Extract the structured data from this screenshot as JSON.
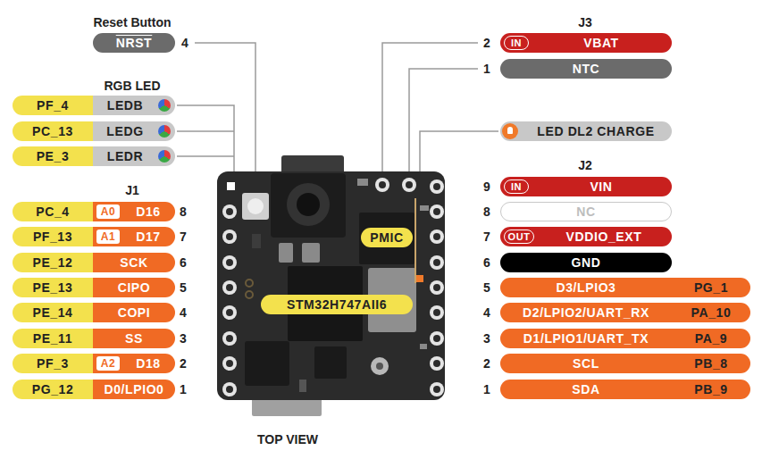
{
  "diagram": {
    "caption": "TOP VIEW",
    "nodes": [
      {
        "text": [
          "NRST"
        ]
      },
      {
        "text": [
          "PF_4"
        ]
      },
      {
        "text": [
          "LEDB"
        ]
      },
      {
        "text": [
          "PC_13"
        ]
      },
      {
        "text": [
          "LEDG"
        ]
      },
      {
        "text": [
          "PE_3"
        ]
      },
      {
        "text": [
          "LEDR"
        ]
      },
      {
        "text": [
          "PC_4"
        ]
      },
      {
        "text": [
          "D16"
        ]
      },
      {
        "text": [
          "A0"
        ],
        "in": 8
      },
      {
        "text": [
          "PF_13"
        ]
      },
      {
        "text": [
          "D17"
        ]
      },
      {
        "text": [
          "A1"
        ],
        "in": 11
      },
      {
        "text": [
          "PE_12"
        ]
      },
      {
        "text": [
          "SCK"
        ]
      },
      {
        "text": [
          "PE_13"
        ]
      },
      {
        "text": [
          "CIPO"
        ]
      },
      {
        "text": [
          "PE_14"
        ]
      },
      {
        "text": [
          "COPI"
        ]
      },
      {
        "text": [
          "PE_11"
        ]
      },
      {
        "text": [
          "SS"
        ]
      },
      {
        "text": [
          "PF_3"
        ]
      },
      {
        "text": [
          "D18"
        ]
      },
      {
        "text": [
          "A2"
        ],
        "in": 22
      },
      {
        "text": [
          "PG_12"
        ]
      },
      {
        "text": [
          "D0/LPIO0"
        ]
      },
      {
        "text": [
          "VBAT"
        ]
      },
      {
        "text": [
          "IN"
        ],
        "in": 26
      },
      {
        "text": [
          "NTC"
        ]
      },
      {
        "text": [
          "LED DL2 CHARGE"
        ]
      },
      {
        "text": [
          "VIN"
        ]
      },
      {
        "text": [
          "IN"
        ],
        "in": 30
      },
      {
        "text": [
          "NC"
        ]
      },
      {
        "text": [
          "VDDIO_EXT"
        ]
      },
      {
        "text": [
          "OUT"
        ],
        "in": 33
      },
      {
        "text": [
          "GND"
        ]
      },
      {
        "text": [
          "D3/LPIO3"
        ]
      },
      {
        "text": [
          "PG_1"
        ]
      },
      {
        "text": [
          "D2/LPIO2/UART_RX"
        ]
      },
      {
        "text": [
          "PA_10"
        ]
      },
      {
        "text": [
          "D1/LPIO1/UART_TX"
        ]
      },
      {
        "text": [
          "PA_9"
        ]
      },
      {
        "text": [
          "SCL"
        ]
      },
      {
        "text": [
          "PB_8"
        ]
      },
      {
        "text": [
          "SDA"
        ]
      },
      {
        "text": [
          "PB_9"
        ]
      },
      {
        "text": [
          "PMIC"
        ]
      },
      {
        "text": [
          "STM32H747AII6"
        ]
      }
    ],
    "labels": [
      "Reset Button",
      "4",
      "RGB LED",
      "J1",
      "8",
      "7",
      "6",
      "5",
      "4",
      "3",
      "2",
      "1",
      "J3",
      "2",
      "1",
      "J2",
      "9",
      "8",
      "7",
      "6",
      "5",
      "4",
      "3",
      "2",
      "1"
    ]
  }
}
